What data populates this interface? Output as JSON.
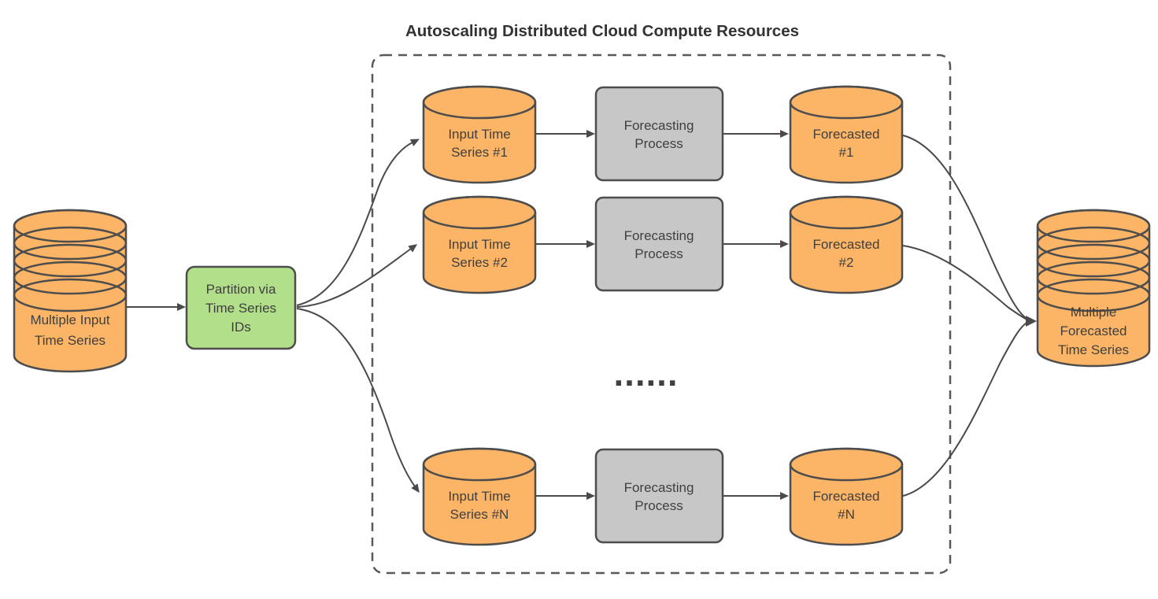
{
  "title": "Autoscaling Distributed Cloud Compute Resources",
  "ellipsis": "......",
  "colors": {
    "node_orange": "#FCB566",
    "node_green": "#B2DF8A",
    "node_gray": "#C7C7C7",
    "shape_stroke": "#4D4D4D",
    "connector_line": "#4A4A4A",
    "label_text": "#3F3F3F",
    "title_text": "#333333"
  },
  "source_cylinder": {
    "lines": [
      "Multiple Input",
      "Time Series"
    ]
  },
  "partition_node": {
    "lines": [
      "Partition via",
      "Time Series",
      "IDs"
    ]
  },
  "rows": [
    {
      "input": [
        "Input Time",
        "Series #1"
      ],
      "process": [
        "Forecasting",
        "Process"
      ],
      "output": [
        "Forecasted",
        "#1"
      ]
    },
    {
      "input": [
        "Input Time",
        "Series #2"
      ],
      "process": [
        "Forecasting",
        "Process"
      ],
      "output": [
        "Forecasted",
        "#2"
      ]
    },
    {
      "input": [
        "Input Time",
        "Series #N"
      ],
      "process": [
        "Forecasting",
        "Process"
      ],
      "output": [
        "Forecasted",
        "#N"
      ]
    }
  ],
  "sink_cylinder": {
    "lines": [
      "Multiple",
      "Forecasted",
      "Time Series"
    ]
  }
}
